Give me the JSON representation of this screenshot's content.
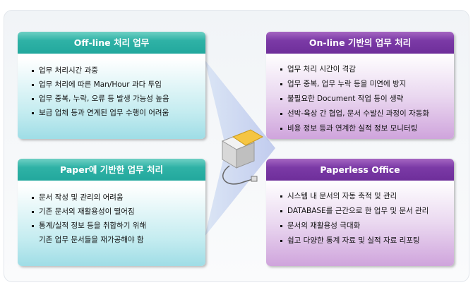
{
  "offline": {
    "title": "Off-line 처리 업무",
    "items": [
      "업무 처리시간 과중",
      "업무 처리에 따른 Man/Hour 과다 투입",
      "업무 중복, 누락, 오류 등 발생 가능성 높음",
      "보급 업체 등과 연계된 업무 수행이 어려움"
    ]
  },
  "paper": {
    "title": "Paper에 기반한 업무 처리",
    "items": [
      "문서 작성 및 관리의 어려움",
      "기존 문서의 재활용성이 떨어짐",
      "통계/실적 정보 등을 취합하기 위해",
      "기존 업무 문서들을 재가공해야 함"
    ]
  },
  "online": {
    "title": "On-line 기반의 업무 처리",
    "items": [
      "업무 처리 시간이 격감",
      "업무 중복, 업무 누락 등을 미연에 방지",
      "불필요한 Document 작업 등이 생략",
      "선박-육상 간 협업, 문서 수발신 과정이 자동화",
      "비용 정보 등과 연계한 실적 정보 모니터링"
    ]
  },
  "paperless": {
    "title": "Paperless Office",
    "items": [
      "시스템 내 문서의 자동 축적 및 관리",
      "DATABASE를 근간으로 한 업무 및 문서 관리",
      "문서의 재활용성 극대화",
      "쉽고 다양한 통계 자료 및 실적 자료 리포팅"
    ]
  }
}
